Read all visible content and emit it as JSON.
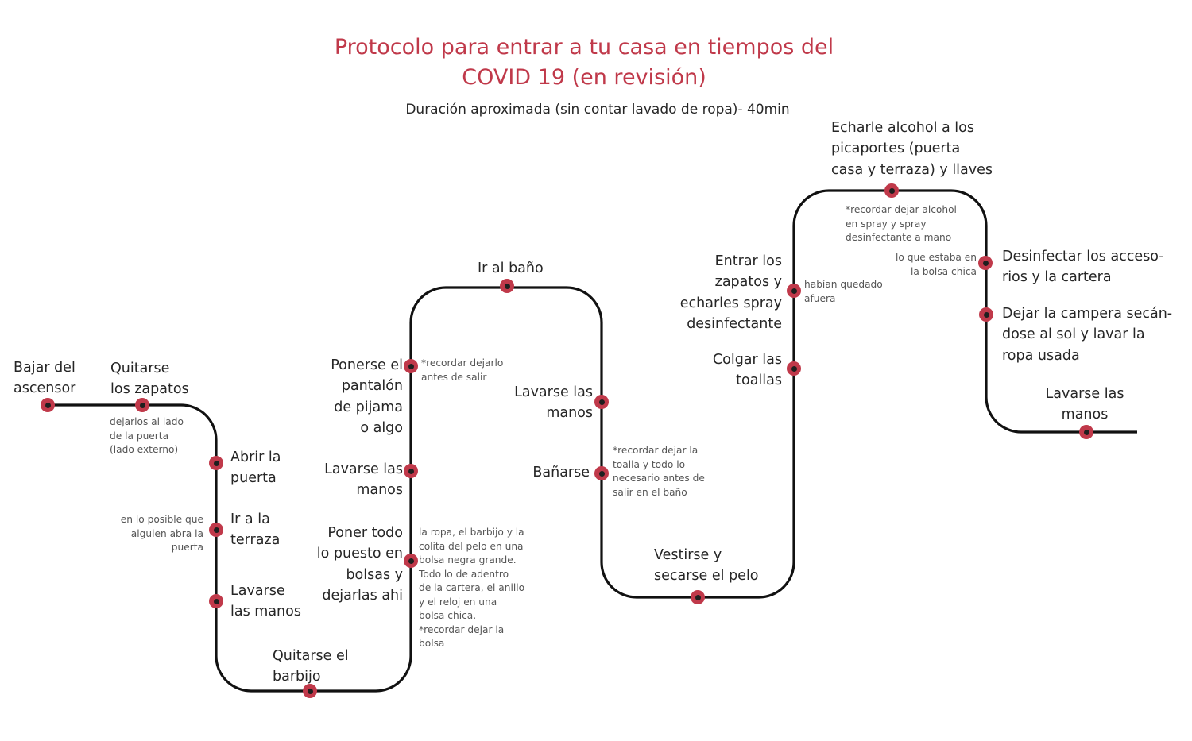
{
  "title": {
    "line1": "Protocolo para entrar a tu casa en tiempos del",
    "line2": "COVID 19 (en revisión)"
  },
  "subtitle": "Duración aproximada (sin contar lavado de ropa)- 40min",
  "steps": [
    {
      "id": "bajar-ascensor",
      "lines": [
        "Bajar del",
        "ascensor"
      ]
    },
    {
      "id": "quitarse-zapatos",
      "lines": [
        "Quitarse",
        "los zapatos"
      ],
      "note": [
        "dejarlos al lado",
        "de la puerta",
        "(lado externo)"
      ]
    },
    {
      "id": "abrir-puerta",
      "lines": [
        "Abrir la",
        "puerta"
      ]
    },
    {
      "id": "ir-terraza",
      "lines": [
        "Ir a la",
        "terraza"
      ],
      "note": [
        "en lo posible que",
        "alguien abra la",
        "puerta"
      ]
    },
    {
      "id": "lavarse-manos-1",
      "lines": [
        "Lavarse",
        "las manos"
      ]
    },
    {
      "id": "quitarse-barbijo",
      "lines": [
        "Quitarse el",
        "barbijo"
      ]
    },
    {
      "id": "poner-bolsas",
      "lines": [
        "Poner todo",
        "lo puesto en",
        "bolsas y",
        "dejarlas ahi"
      ],
      "note": [
        "la ropa, el barbijo y la",
        "colita del pelo en una",
        "bolsa negra grande.",
        "Todo lo de adentro",
        "de la cartera, el anillo",
        "y el reloj en una",
        "bolsa chica.",
        "*recordar dejar la",
        "bolsa"
      ]
    },
    {
      "id": "lavarse-manos-2",
      "lines": [
        "Lavarse las",
        "manos"
      ]
    },
    {
      "id": "ponerse-pantalon",
      "lines": [
        "Ponerse el",
        "pantalón",
        "de pijama",
        "o algo"
      ],
      "note": [
        "*recordar dejarlo",
        "antes de salir"
      ]
    },
    {
      "id": "ir-bano",
      "lines": [
        "Ir al baño"
      ]
    },
    {
      "id": "lavarse-manos-3",
      "lines": [
        "Lavarse las",
        "manos"
      ]
    },
    {
      "id": "banarse",
      "lines": [
        "Bañarse"
      ],
      "note": [
        "*recordar dejar la",
        "toalla y todo lo",
        "necesario antes de",
        "salir en el baño"
      ]
    },
    {
      "id": "vestirse",
      "lines": [
        "Vestirse y",
        "secarse el pelo"
      ]
    },
    {
      "id": "colgar-toallas",
      "lines": [
        "Colgar las",
        "toallas"
      ]
    },
    {
      "id": "entrar-zapatos",
      "lines": [
        "Entrar los",
        "zapatos y",
        "echarles spray",
        "desinfectante"
      ],
      "note": [
        "habían quedado",
        "afuera"
      ]
    },
    {
      "id": "alcohol-picaportes",
      "lines": [
        "Echarle alcohol a los",
        "picaportes (puerta",
        "casa y terraza) y llaves"
      ],
      "note": [
        "*recordar dejar alcohol",
        "en spray y spray",
        "desinfectante a mano"
      ]
    },
    {
      "id": "desinfectar-accesorios",
      "lines": [
        "Desinfectar los acceso-",
        "rios y la cartera"
      ],
      "note": [
        "lo que estaba en",
        "la bolsa chica"
      ]
    },
    {
      "id": "dejar-campera",
      "lines": [
        "Dejar la campera secán-",
        "dose al sol y lavar la",
        "ropa usada"
      ]
    },
    {
      "id": "lavarse-manos-4",
      "lines": [
        "Lavarse las",
        "manos"
      ]
    }
  ],
  "colors": {
    "title": "#c0394a",
    "node": "#c0394a",
    "node_center": "#1f1f1f",
    "path": "#111111"
  }
}
